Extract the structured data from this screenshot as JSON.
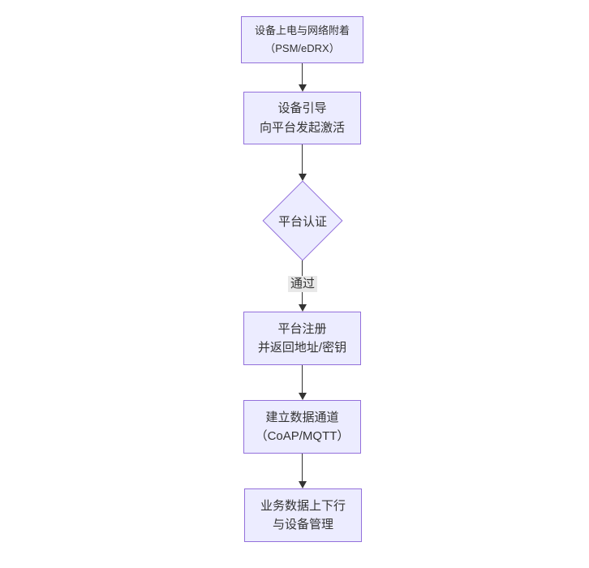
{
  "theme": {
    "canvas-bg": "#ffffff",
    "node-fill": "#ECECFF",
    "node-border": "#9370DB",
    "text-color": "#333333",
    "line-color": "#333333",
    "edge-label-bg": "#e8e8e8"
  },
  "flowchart": {
    "type": "flowchart-top-down",
    "nodes": [
      {
        "id": "A",
        "shape": "rect",
        "lines": [
          "设备上电与网络附着",
          "（PSM/eDRX）"
        ]
      },
      {
        "id": "B",
        "shape": "rect",
        "lines": [
          "设备引导",
          "向平台发起激活"
        ]
      },
      {
        "id": "C",
        "shape": "diamond",
        "lines": [
          "平台认证"
        ]
      },
      {
        "id": "D",
        "shape": "rect",
        "lines": [
          "平台注册",
          "并返回地址/密钥"
        ]
      },
      {
        "id": "E",
        "shape": "rect",
        "lines": [
          "建立数据通道",
          "（CoAP/MQTT）"
        ]
      },
      {
        "id": "F",
        "shape": "rect",
        "lines": [
          "业务数据上下行",
          "与设备管理"
        ]
      }
    ],
    "edges": [
      {
        "from": "A",
        "to": "B",
        "label": ""
      },
      {
        "from": "B",
        "to": "C",
        "label": ""
      },
      {
        "from": "C",
        "to": "D",
        "label": "通过"
      },
      {
        "from": "D",
        "to": "E",
        "label": ""
      },
      {
        "from": "E",
        "to": "F",
        "label": ""
      }
    ]
  }
}
